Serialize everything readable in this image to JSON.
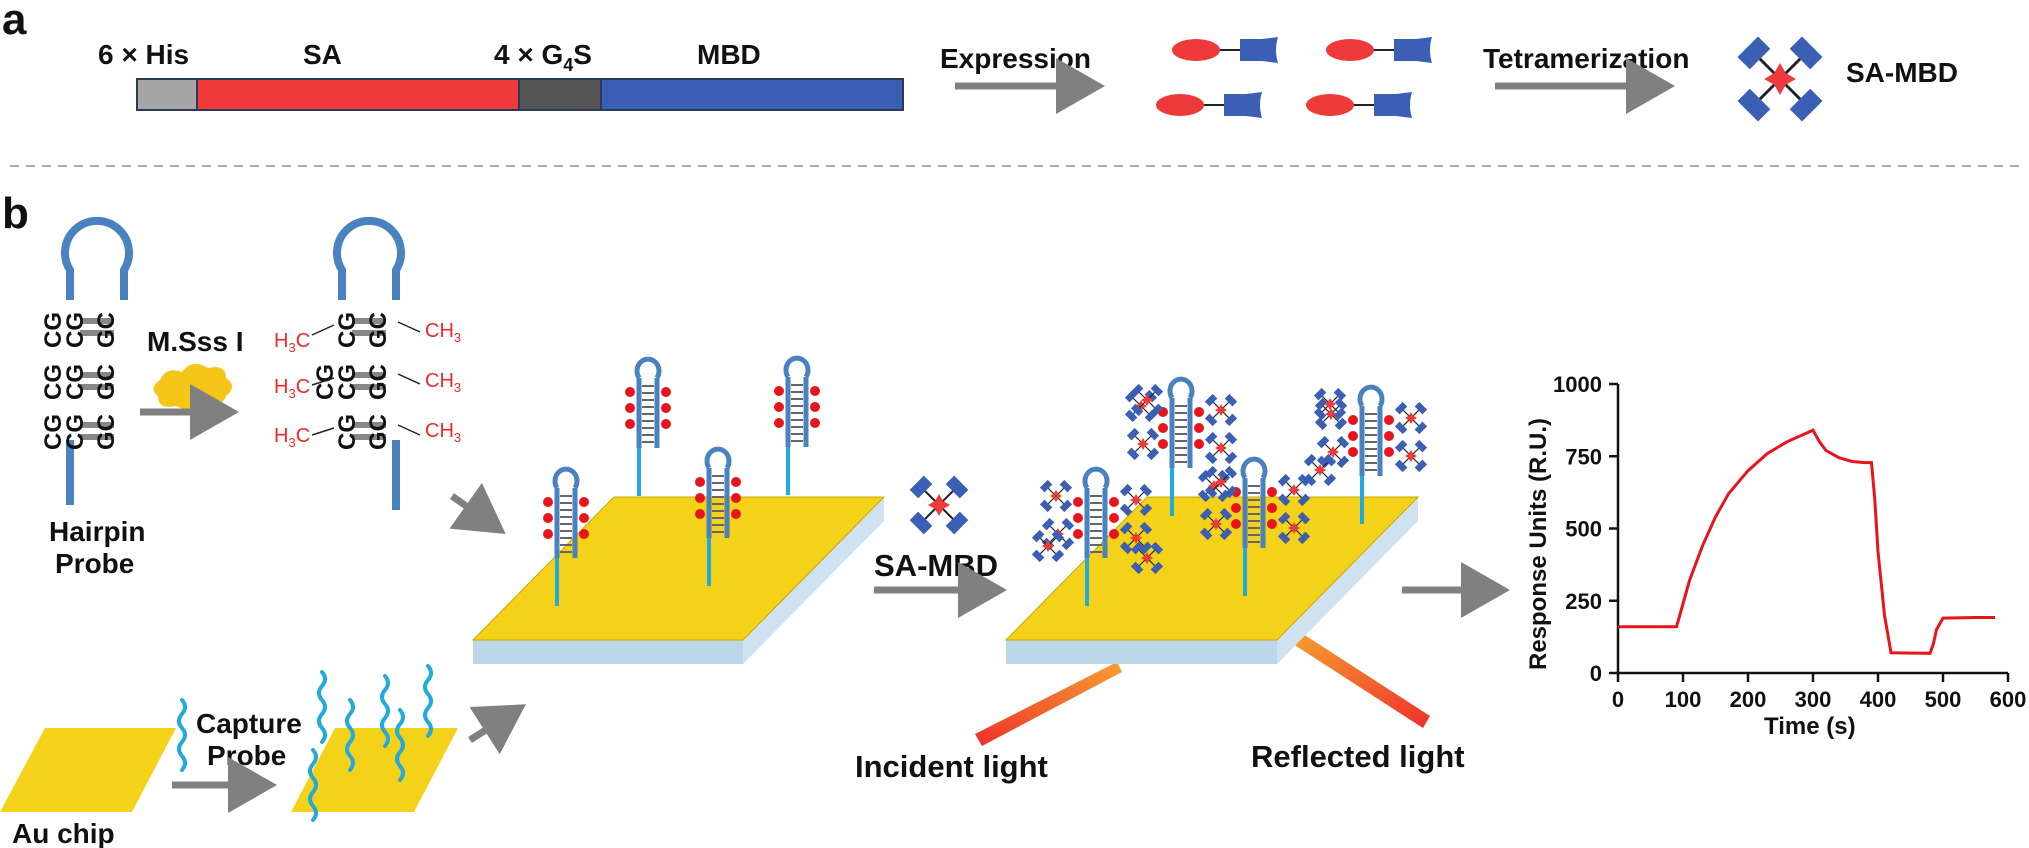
{
  "panel_a": {
    "letter": "a",
    "construct": {
      "his": "6 × His",
      "sa": "SA",
      "linker_pre": "4 × G",
      "linker_sub": "4",
      "linker_post": "S",
      "mbd": "MBD"
    },
    "expression": "Expression",
    "tetramerization": "Tetramerization",
    "product": "SA-MBD"
  },
  "panel_b": {
    "letter": "b",
    "enzyme": "M.Sss I",
    "hairpin_line1": "Hairpin",
    "hairpin_line2": "Probe",
    "capture_line1": "Capture",
    "capture_line2": "Probe",
    "chip": "Au chip",
    "sa_mbd": "SA-MBD",
    "incident": "Incident light",
    "reflected": "Reflected light",
    "bases": {
      "cg": "CG",
      "gc": "GC"
    },
    "methyl_h": "H",
    "methyl_3": "3",
    "methyl_c": "C",
    "methyl_right": "CH",
    "methyl_right_sub": "3"
  },
  "colors": {
    "sa_red": "#ee3a3a",
    "mbd_blue": "#3a5fb5",
    "his_gray": "#a6a6a6",
    "linker_gray": "#555555",
    "gold": "#f5d21a",
    "hairpin_blue": "#4a82c0",
    "capture_cyan": "#22aadd",
    "curve_red": "#e8141b",
    "arrow_gray": "#808080"
  },
  "chart_data": {
    "type": "line",
    "xlabel": "Time (s)",
    "ylabel": "Response Units (R.U.)",
    "xlim": [
      0,
      600
    ],
    "ylim": [
      0,
      1000
    ],
    "xticks": [
      0,
      100,
      200,
      300,
      400,
      500,
      600
    ],
    "yticks": [
      0,
      250,
      500,
      750,
      1000
    ],
    "series": [
      {
        "x": [
          0,
          90,
          95,
          110,
          130,
          150,
          170,
          200,
          230,
          260,
          290,
          300,
          310,
          320,
          340,
          360,
          380,
          390,
          395,
          400,
          410,
          420,
          480,
          485,
          490,
          500,
          550,
          580
        ],
        "y": [
          160,
          160,
          200,
          320,
          440,
          540,
          620,
          700,
          760,
          800,
          830,
          840,
          800,
          770,
          745,
          732,
          728,
          728,
          600,
          420,
          200,
          70,
          68,
          100,
          150,
          190,
          192,
          192
        ]
      }
    ]
  }
}
